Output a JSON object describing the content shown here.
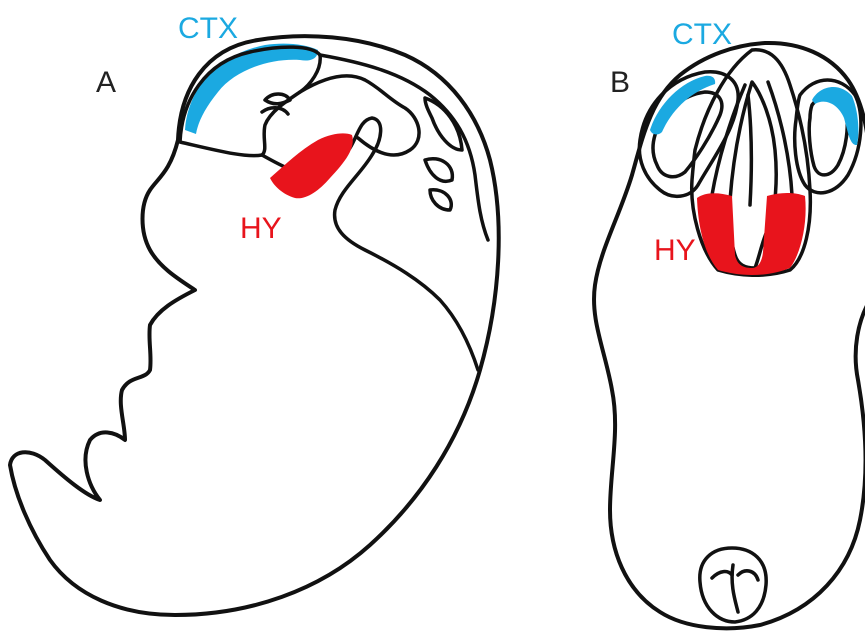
{
  "panels": [
    {
      "letter": "A",
      "cortex_label": "CTX",
      "hypothalamus_label": "HY"
    },
    {
      "letter": "B",
      "cortex_label": "CTX",
      "hypothalamus_label": "HY"
    }
  ],
  "colors": {
    "cortex": "#1ba9e1",
    "hypothalamus": "#e8141c",
    "outline": "#111111",
    "letter": "#222222"
  }
}
